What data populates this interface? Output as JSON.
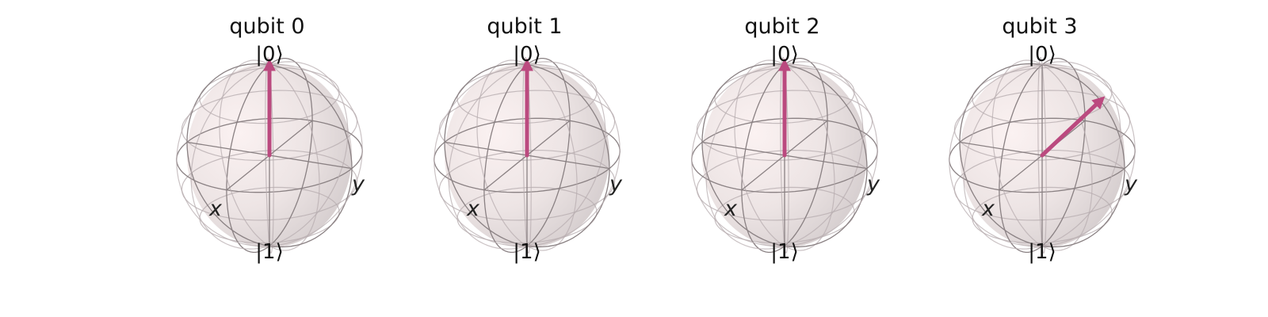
{
  "figure": {
    "spheres": [
      {
        "title": "qubit 0",
        "top_label": "|0⟩",
        "bottom_label": "|1⟩",
        "x_label": "x",
        "y_label": "y",
        "state": {
          "theta_deg": 0,
          "phi_deg": 0
        }
      },
      {
        "title": "qubit 1",
        "top_label": "|0⟩",
        "bottom_label": "|1⟩",
        "x_label": "x",
        "y_label": "y",
        "state": {
          "theta_deg": 0,
          "phi_deg": 0
        }
      },
      {
        "title": "qubit 2",
        "top_label": "|0⟩",
        "bottom_label": "|1⟩",
        "x_label": "x",
        "y_label": "y",
        "state": {
          "theta_deg": 0,
          "phi_deg": 0
        }
      },
      {
        "title": "qubit 3",
        "top_label": "|0⟩",
        "bottom_label": "|1⟩",
        "x_label": "x",
        "y_label": "y",
        "state": {
          "theta_deg": 45,
          "phi_deg": 90
        }
      }
    ],
    "colors": {
      "vector": "#bb4a7f",
      "sphere_light": "#f8ecec",
      "sphere_shade": "#d6cfcf",
      "wire": "#b8aeb0",
      "wire_dark": "#8a8183"
    }
  }
}
